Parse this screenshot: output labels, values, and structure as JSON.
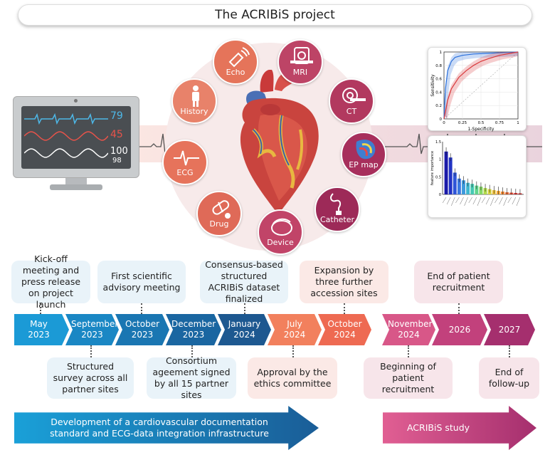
{
  "title": "The ACRIBiS project",
  "monitor": {
    "values": [
      "79",
      "45",
      "100",
      "98"
    ]
  },
  "modalities": [
    "Echo",
    "MRI",
    "CT",
    "History",
    "EP map",
    "ECG",
    "Catheter",
    "Drug",
    "Device"
  ],
  "roc_chart": {
    "xlabel": "1-Specificity",
    "ylabel": "Sensitivity",
    "x_ticks": [
      "0",
      "0.25",
      "0.5",
      "0.75",
      "1"
    ],
    "y_ticks": [
      "0",
      "0.2",
      "0.4",
      "0.6",
      "0.8",
      "1"
    ]
  },
  "fi_chart": {
    "ylabel": "feature importance",
    "y_ticks": [
      "0",
      "0.5",
      "1",
      "1.5"
    ]
  },
  "chart_data": [
    {
      "type": "line",
      "xlabel": "1-Specificity",
      "ylabel": "Sensitivity",
      "xlim": [
        0,
        1
      ],
      "ylim": [
        0,
        1
      ],
      "series": [
        {
          "color": "#2a6fdb",
          "x": [
            0,
            0.02,
            0.05,
            0.1,
            0.15,
            0.25,
            0.4,
            0.6,
            0.8,
            1
          ],
          "y": [
            0,
            0.45,
            0.72,
            0.86,
            0.92,
            0.95,
            0.97,
            0.98,
            0.99,
            1
          ]
        },
        {
          "color": "#d9383a",
          "x": [
            0,
            0.05,
            0.1,
            0.2,
            0.3,
            0.4,
            0.5,
            0.6,
            0.75,
            0.9,
            1
          ],
          "y": [
            0,
            0.28,
            0.45,
            0.62,
            0.72,
            0.8,
            0.86,
            0.9,
            0.95,
            0.98,
            1
          ]
        }
      ]
    },
    {
      "type": "bar",
      "ylabel": "feature importance",
      "ylim": [
        0,
        1.5
      ],
      "values": [
        1.22,
        1.05,
        0.62,
        0.45,
        0.4,
        0.33,
        0.3,
        0.25,
        0.22,
        0.18,
        0.15,
        0.12,
        0.1,
        0.08,
        0.06,
        0.05,
        0.04,
        0.03
      ]
    }
  ],
  "timeline": [
    {
      "month": "May",
      "year": "2023",
      "color": "#1b9ad6"
    },
    {
      "month": "September",
      "year": "2023",
      "color": "#1a87c4"
    },
    {
      "month": "October",
      "year": "2023",
      "color": "#1a76b2"
    },
    {
      "month": "December",
      "year": "2023",
      "color": "#1a66a1"
    },
    {
      "month": "January",
      "year": "2024",
      "color": "#1d5890"
    },
    {
      "month": "July",
      "year": "2024",
      "color": "#f2805d"
    },
    {
      "month": "October",
      "year": "2024",
      "color": "#ee6a52"
    },
    {
      "month": "November",
      "year": "2024",
      "color": "#d85788"
    },
    {
      "month": "",
      "year": "2026",
      "color": "#c2417c"
    },
    {
      "month": "",
      "year": "2027",
      "color": "#a52f6e"
    }
  ],
  "events_top": [
    "Kick-off meeting and press release on project launch",
    "First scientific advisory meeting",
    "Consensus-based structured ACRIBiS dataset finalized",
    "Expansion by three further accession sites",
    "End of patient recruitment"
  ],
  "events_bottom": [
    "Structured survey across all partner sites",
    "Consortium ageement signed by all 15 partner sites",
    "Approval by the ethics committee",
    "Beginning of patient recruitment",
    "End of follow-up"
  ],
  "phases": [
    "Development of a cardiovascular documentation standard and ECG-data integration infrastructure",
    "ACRIBiS study"
  ]
}
